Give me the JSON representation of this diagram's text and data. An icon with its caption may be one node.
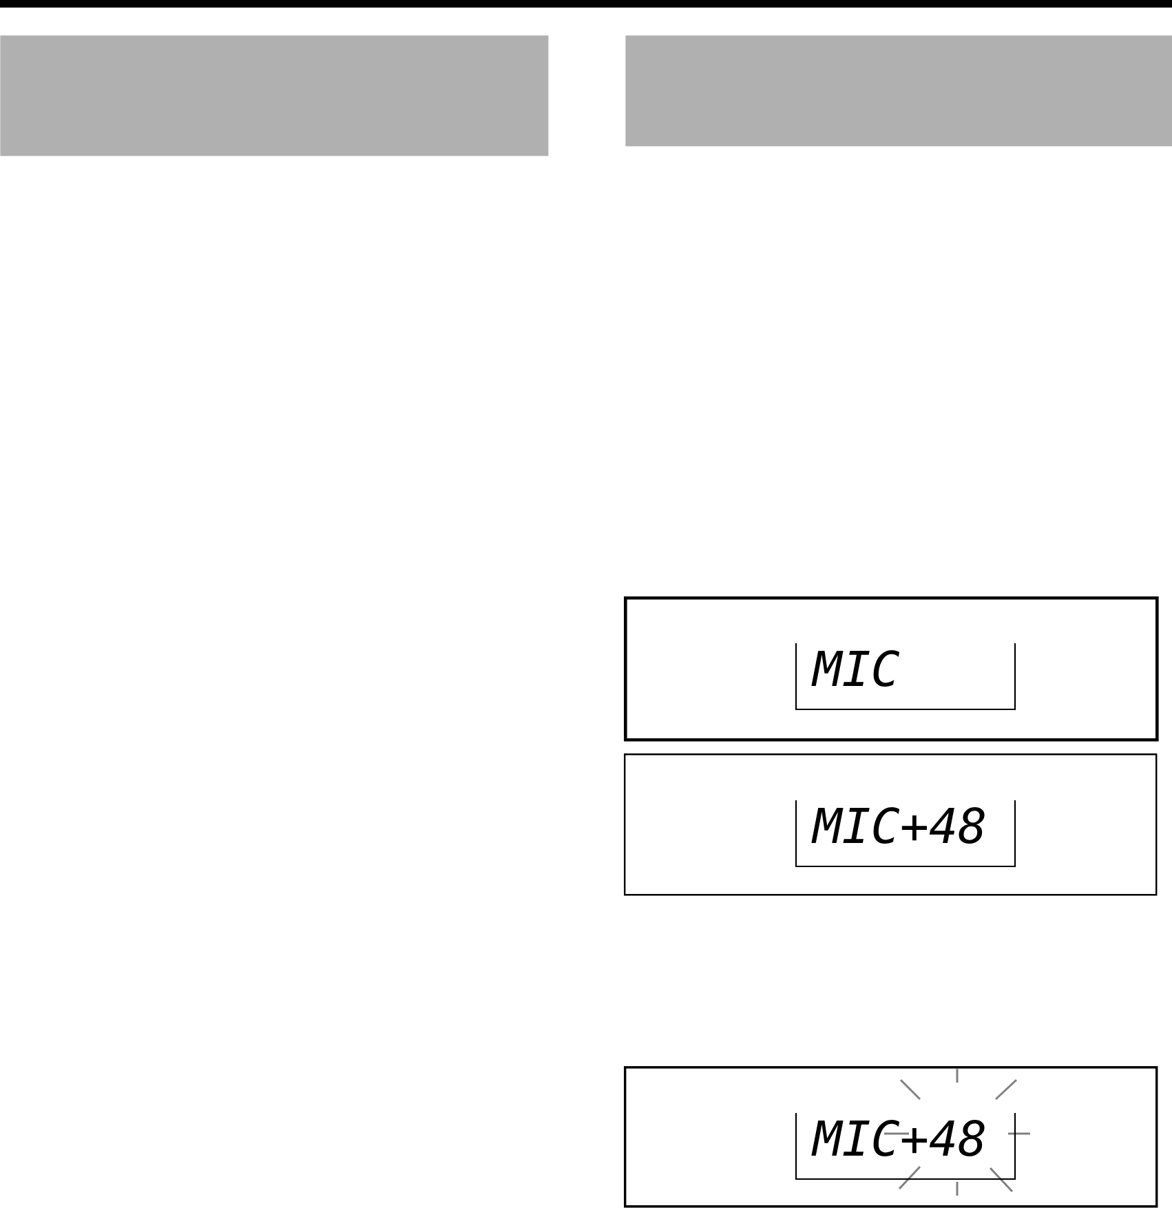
{
  "diagram": {
    "nodes": [
      {
        "text": [],
        "shape": "band"
      },
      {
        "text": [],
        "shape": "band"
      },
      {
        "text": [],
        "shape": "box"
      },
      {
        "text": [
          "MIC"
        ],
        "in": 2
      },
      {
        "text": [],
        "shape": "box"
      },
      {
        "text": [
          "MIC+48"
        ],
        "in": 4
      },
      {
        "text": [],
        "shape": "box"
      },
      {
        "text": [
          "MIC+48"
        ],
        "in": 6
      }
    ]
  }
}
